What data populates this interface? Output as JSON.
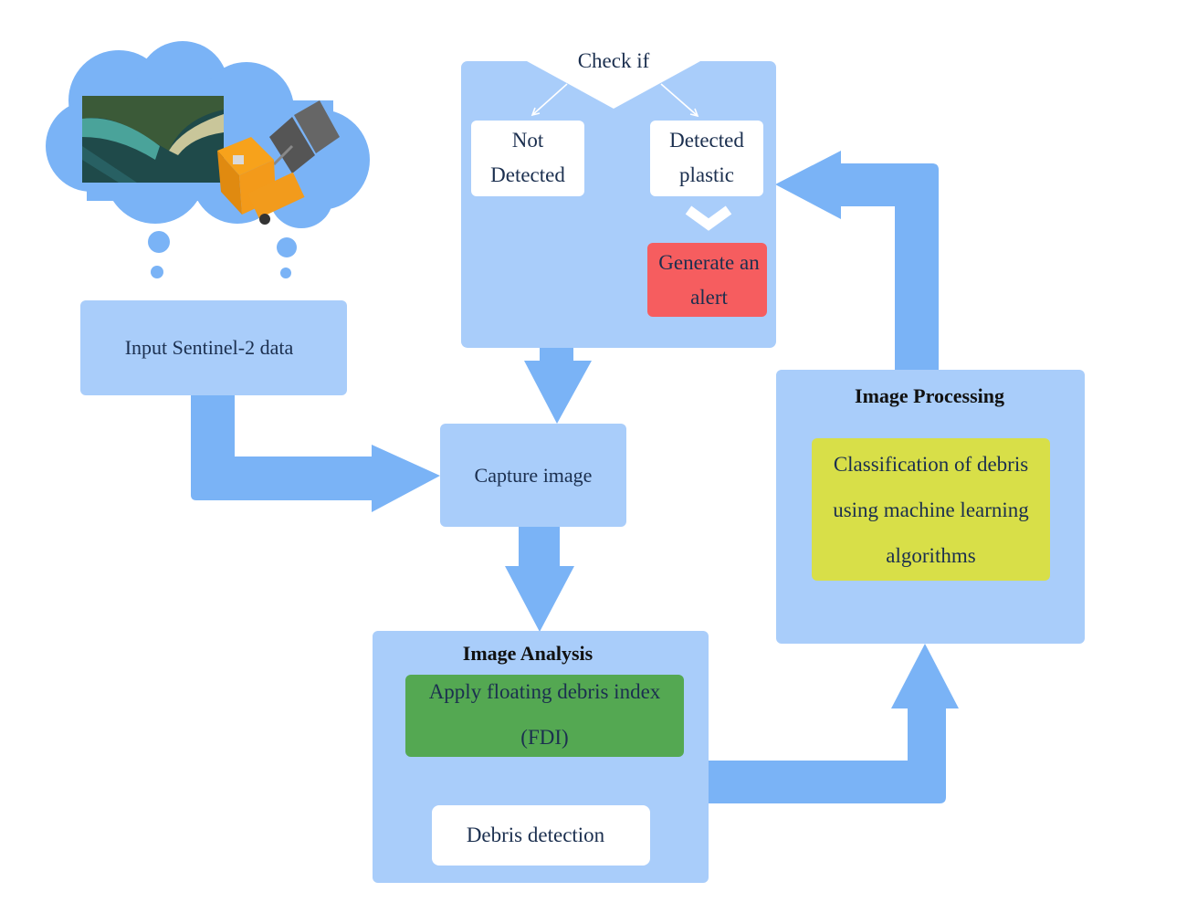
{
  "colors": {
    "panel": "#a9cdfa",
    "arrow": "#7ab3f6",
    "alert": "#f65d5f",
    "fdi": "#54a852",
    "ml": "#d8df48",
    "white": "#ffffff"
  },
  "input": {
    "label": "Input Sentinel-2 data",
    "icon": "satellite-thought-cloud-icon"
  },
  "capture": {
    "label": "Capture image"
  },
  "check": {
    "decision": "Check if",
    "not_detected": "Not Detected",
    "detected": "Detected plastic",
    "alert": "Generate an alert"
  },
  "analysis": {
    "title": "Image Analysis",
    "fdi": "Apply floating debris index (FDI)",
    "detection": "Debris detection"
  },
  "processing": {
    "title": "Image Processing",
    "classification": "Classification of debris using machine learning algorithms"
  }
}
